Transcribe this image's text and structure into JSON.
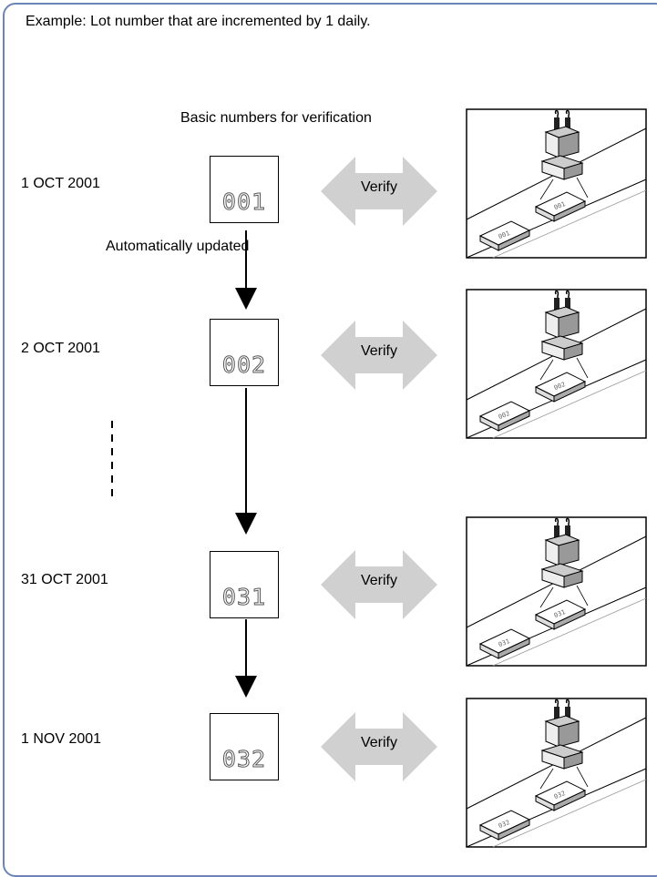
{
  "heading": "Example: Lot number that are incremented by 1 daily.",
  "basic_label": "Basic numbers for verification",
  "auto_label": "Automatically updated",
  "verify_label": "Verify",
  "colors": {
    "frame_border": "#6b86b6",
    "verify_arrow": "#d0d0d0"
  },
  "rows": [
    {
      "date": "1 OCT 2001",
      "number": "001"
    },
    {
      "date": "2 OCT 2001",
      "number": "002"
    },
    {
      "date": "31 OCT 2001",
      "number": "031"
    },
    {
      "date": "1 NOV 2001",
      "number": "032"
    }
  ]
}
